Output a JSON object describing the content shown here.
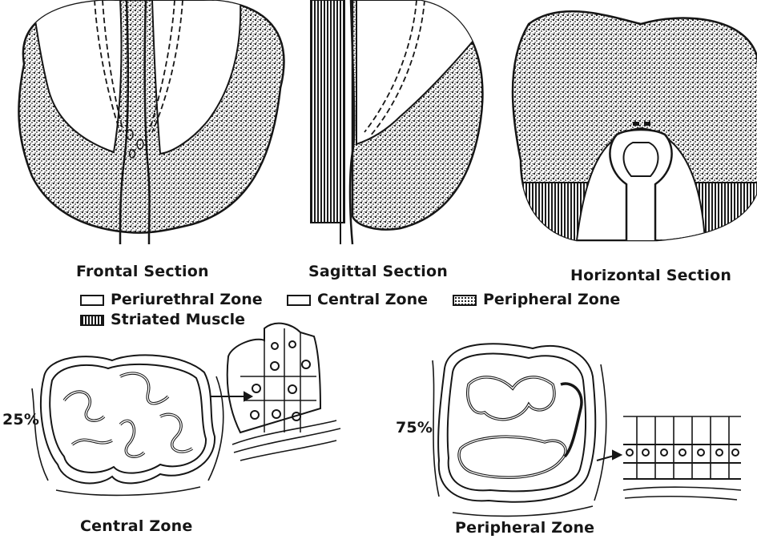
{
  "sections": {
    "frontal": "Frontal Section",
    "sagittal": "Sagittal Section",
    "horizontal": "Horizontal Section"
  },
  "legend": {
    "periurethral": "Periurethral Zone",
    "central": "Central Zone",
    "peripheral": "Peripheral Zone",
    "striated": "Striated Muscle"
  },
  "zones": {
    "central": {
      "label": "Central Zone",
      "percent": "25%"
    },
    "peripheral": {
      "label": "Peripheral Zone",
      "percent": "75%"
    }
  },
  "colors": {
    "ink": "#161616",
    "paper": "#ffffff"
  }
}
